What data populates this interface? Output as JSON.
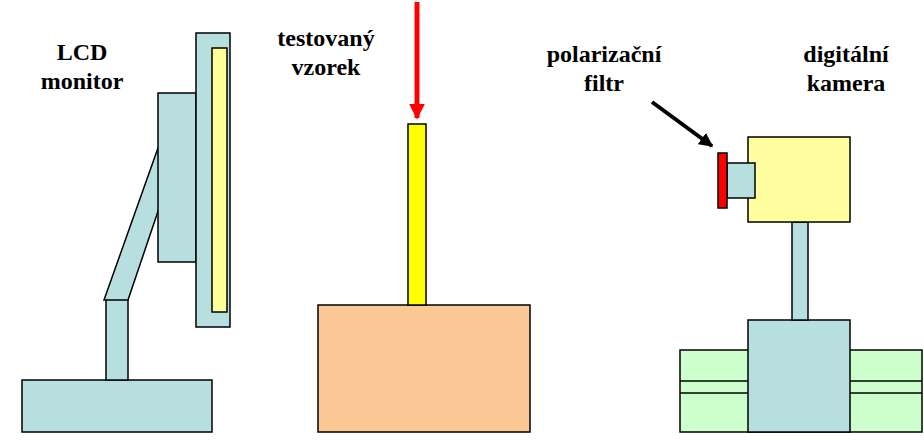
{
  "diagram": {
    "labels": [
      "LCD monitor",
      "testovaný vzorek",
      "polarizační filtr",
      "digitální kamera"
    ]
  }
}
